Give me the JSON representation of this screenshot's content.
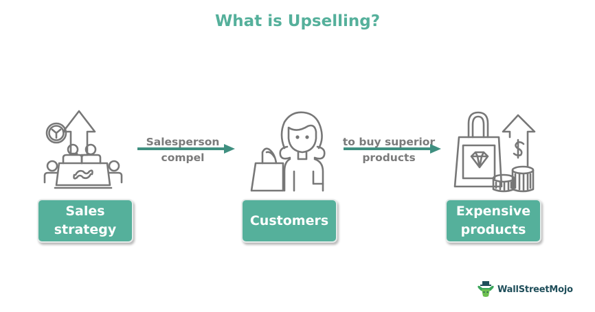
{
  "title": "What is Upselling?",
  "colors": {
    "accent": "#55b09b",
    "arrow": "#3f8f80",
    "icon_stroke": "#777777",
    "label_text": "#7a7a7a",
    "logo_text": "#1f4e5a"
  },
  "nodes": [
    {
      "id": "sales-strategy",
      "icon": "meeting-growth-icon",
      "label": "Sales strategy",
      "lines": [
        "Sales",
        "strategy"
      ]
    },
    {
      "id": "customers",
      "icon": "shopper-icon",
      "label": "Customers",
      "lines": [
        "Customers"
      ]
    },
    {
      "id": "expensive-products",
      "icon": "luxury-bag-icon",
      "label": "Expensive products",
      "lines": [
        "Expensive",
        "products"
      ]
    }
  ],
  "edges": [
    {
      "from": "sales-strategy",
      "to": "customers",
      "lines": [
        "Salesperson",
        "compel"
      ]
    },
    {
      "from": "customers",
      "to": "expensive-products",
      "lines": [
        "to buy superior",
        "products"
      ]
    }
  ],
  "logo": {
    "text": "WallStreetMojo",
    "icon": "bull-logo-icon"
  }
}
